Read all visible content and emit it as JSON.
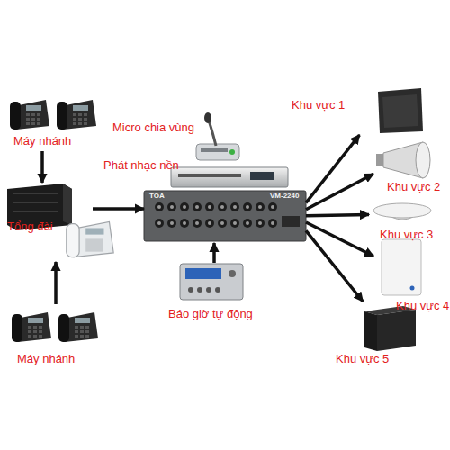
{
  "diagram": {
    "nodes": [
      {
        "text": [
          "Máy nhánh"
        ]
      },
      {
        "text": [
          "Tổng đài"
        ]
      },
      {
        "text": [
          "Máy nhánh"
        ]
      },
      {
        "text": [
          "Micro chia vùng"
        ]
      },
      {
        "text": [
          "Phát nhạc nền"
        ]
      },
      {
        "text": [
          "TOA",
          "VM-2240"
        ]
      },
      {
        "text": [
          "Báo giờ tự động"
        ]
      },
      {
        "text": [
          "Khu vực 1"
        ]
      },
      {
        "text": [
          "Khu vực 2"
        ]
      },
      {
        "text": [
          "Khu vực 3"
        ]
      },
      {
        "text": [
          "Khu vực 4"
        ]
      },
      {
        "text": [
          "Khu vực 5"
        ]
      }
    ],
    "edges": [
      {
        "from": 0,
        "to": 1,
        "arrow": "to"
      },
      {
        "from": 2,
        "to": 1,
        "arrow": "to"
      },
      {
        "from": 1,
        "to": 5,
        "arrow": "to"
      },
      {
        "from": 6,
        "to": 5,
        "arrow": "to"
      },
      {
        "from": 5,
        "to": 7,
        "arrow": "to"
      },
      {
        "from": 5,
        "to": 8,
        "arrow": "to"
      },
      {
        "from": 5,
        "to": 9,
        "arrow": "to"
      },
      {
        "from": 5,
        "to": 10,
        "arrow": "to"
      },
      {
        "from": 5,
        "to": 11,
        "arrow": "to"
      }
    ]
  }
}
